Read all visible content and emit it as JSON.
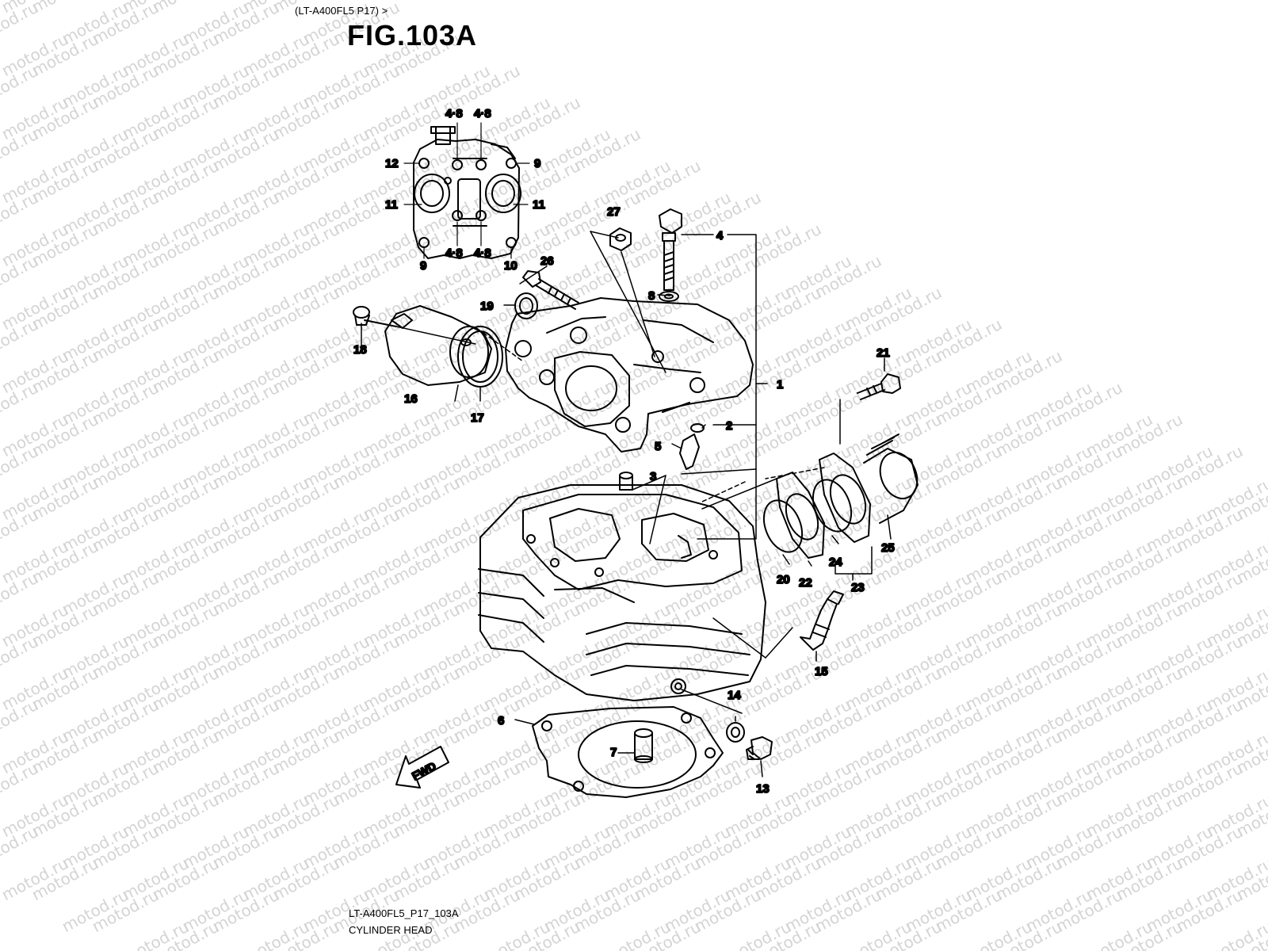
{
  "header": {
    "subtitle": "(LT-A400FL5 P17) >",
    "figure_title": "FIG.103A"
  },
  "footer": {
    "code": "LT-A400FL5_P17_103A",
    "caption": "CYLINDER HEAD"
  },
  "watermark": "motod.ru",
  "arrow_label": "FWD",
  "callouts": {
    "c1": "1",
    "c2": "2",
    "c3": "3",
    "c4": "4",
    "c5": "5",
    "c6": "6",
    "c7": "7",
    "c8": "8",
    "c13": "13",
    "c14": "14",
    "c15": "15",
    "c16": "16",
    "c17": "17",
    "c18": "18",
    "c19": "19",
    "c20": "20",
    "c21": "21",
    "c22": "22",
    "c23": "23",
    "c24": "24",
    "c25": "25",
    "c26": "26",
    "c27": "27",
    "inset_12": "12",
    "inset_9_right": "9",
    "inset_11_left": "11",
    "inset_11_right": "11",
    "inset_9_bottom": "9",
    "inset_10": "10",
    "inset_48_tl": "4·8",
    "inset_48_tr": "4·8",
    "inset_48_bl": "4·8",
    "inset_48_br": "4·8"
  }
}
